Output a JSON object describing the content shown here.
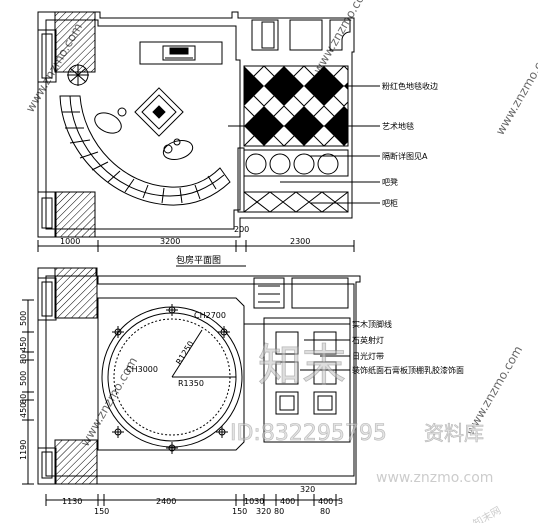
{
  "upper_plan": {
    "title": "包房平面图",
    "dimensions_bottom": [
      "1000",
      "3200",
      "200",
      "2300"
    ],
    "callouts": [
      "粉红色地毯收边",
      "艺术地毯",
      "隔断详图见A",
      "吧凳",
      "吧柜"
    ]
  },
  "lower_plan": {
    "callouts": [
      "实木顶脚线",
      "石英射灯",
      "日光灯带",
      "装饰纸面石膏板顶棚乳胶漆饰面"
    ],
    "ceiling_heights": [
      "CH2700",
      "CH3000"
    ],
    "radius_labels": [
      "R1250",
      "R1350"
    ],
    "dimensions_bottom": [
      "1130",
      "150",
      "2400",
      "150",
      "1030",
      "320",
      "80",
      "400",
      "320",
      "400",
      "80",
      "3"
    ],
    "dimensions_left": [
      "500",
      "450",
      "80",
      "500",
      "80",
      "450",
      "1190"
    ]
  },
  "watermark": {
    "site": "www.znzmo.com",
    "id_text": "ID:832295795",
    "brand": "知末",
    "brand_suffix": "资料库",
    "corner": "知末网"
  }
}
